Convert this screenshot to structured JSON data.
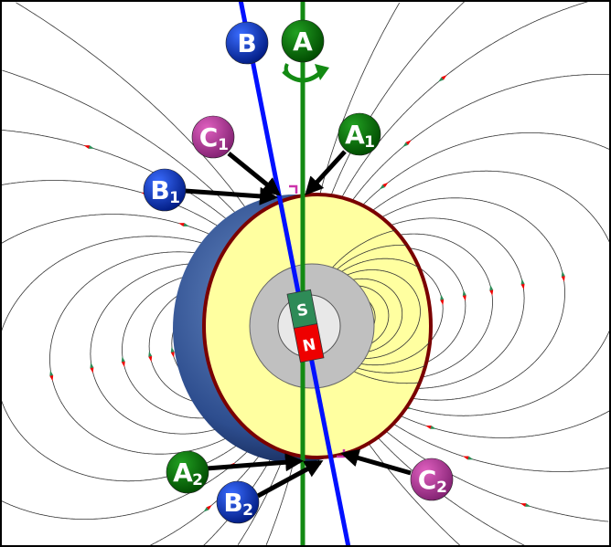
{
  "colors": {
    "rotation_axis": "#138a13",
    "magnetic_axis": "#0010ff",
    "crust_fill": "#ffffa0",
    "crust_border": "#7a0000",
    "outer_core": "#c0c0c0",
    "inner_core": "#e8e8e8",
    "magnet_south": "#2e8b57",
    "magnet_north": "#ee0000",
    "right_angle_marker": "#cc33aa"
  },
  "magnet": {
    "south_label": "S",
    "north_label": "N"
  },
  "labels": [
    {
      "id": "B",
      "main": "B",
      "sub": "",
      "color": "blue"
    },
    {
      "id": "A",
      "main": "A",
      "sub": "",
      "color": "green"
    },
    {
      "id": "C1",
      "main": "C",
      "sub": "1",
      "color": "magenta"
    },
    {
      "id": "A1",
      "main": "A",
      "sub": "1",
      "color": "green"
    },
    {
      "id": "B1",
      "main": "B",
      "sub": "1",
      "color": "blue"
    },
    {
      "id": "A2",
      "main": "A",
      "sub": "2",
      "color": "green"
    },
    {
      "id": "B2",
      "main": "B",
      "sub": "2",
      "color": "blue"
    },
    {
      "id": "C2",
      "main": "C",
      "sub": "2",
      "color": "magenta"
    }
  ]
}
